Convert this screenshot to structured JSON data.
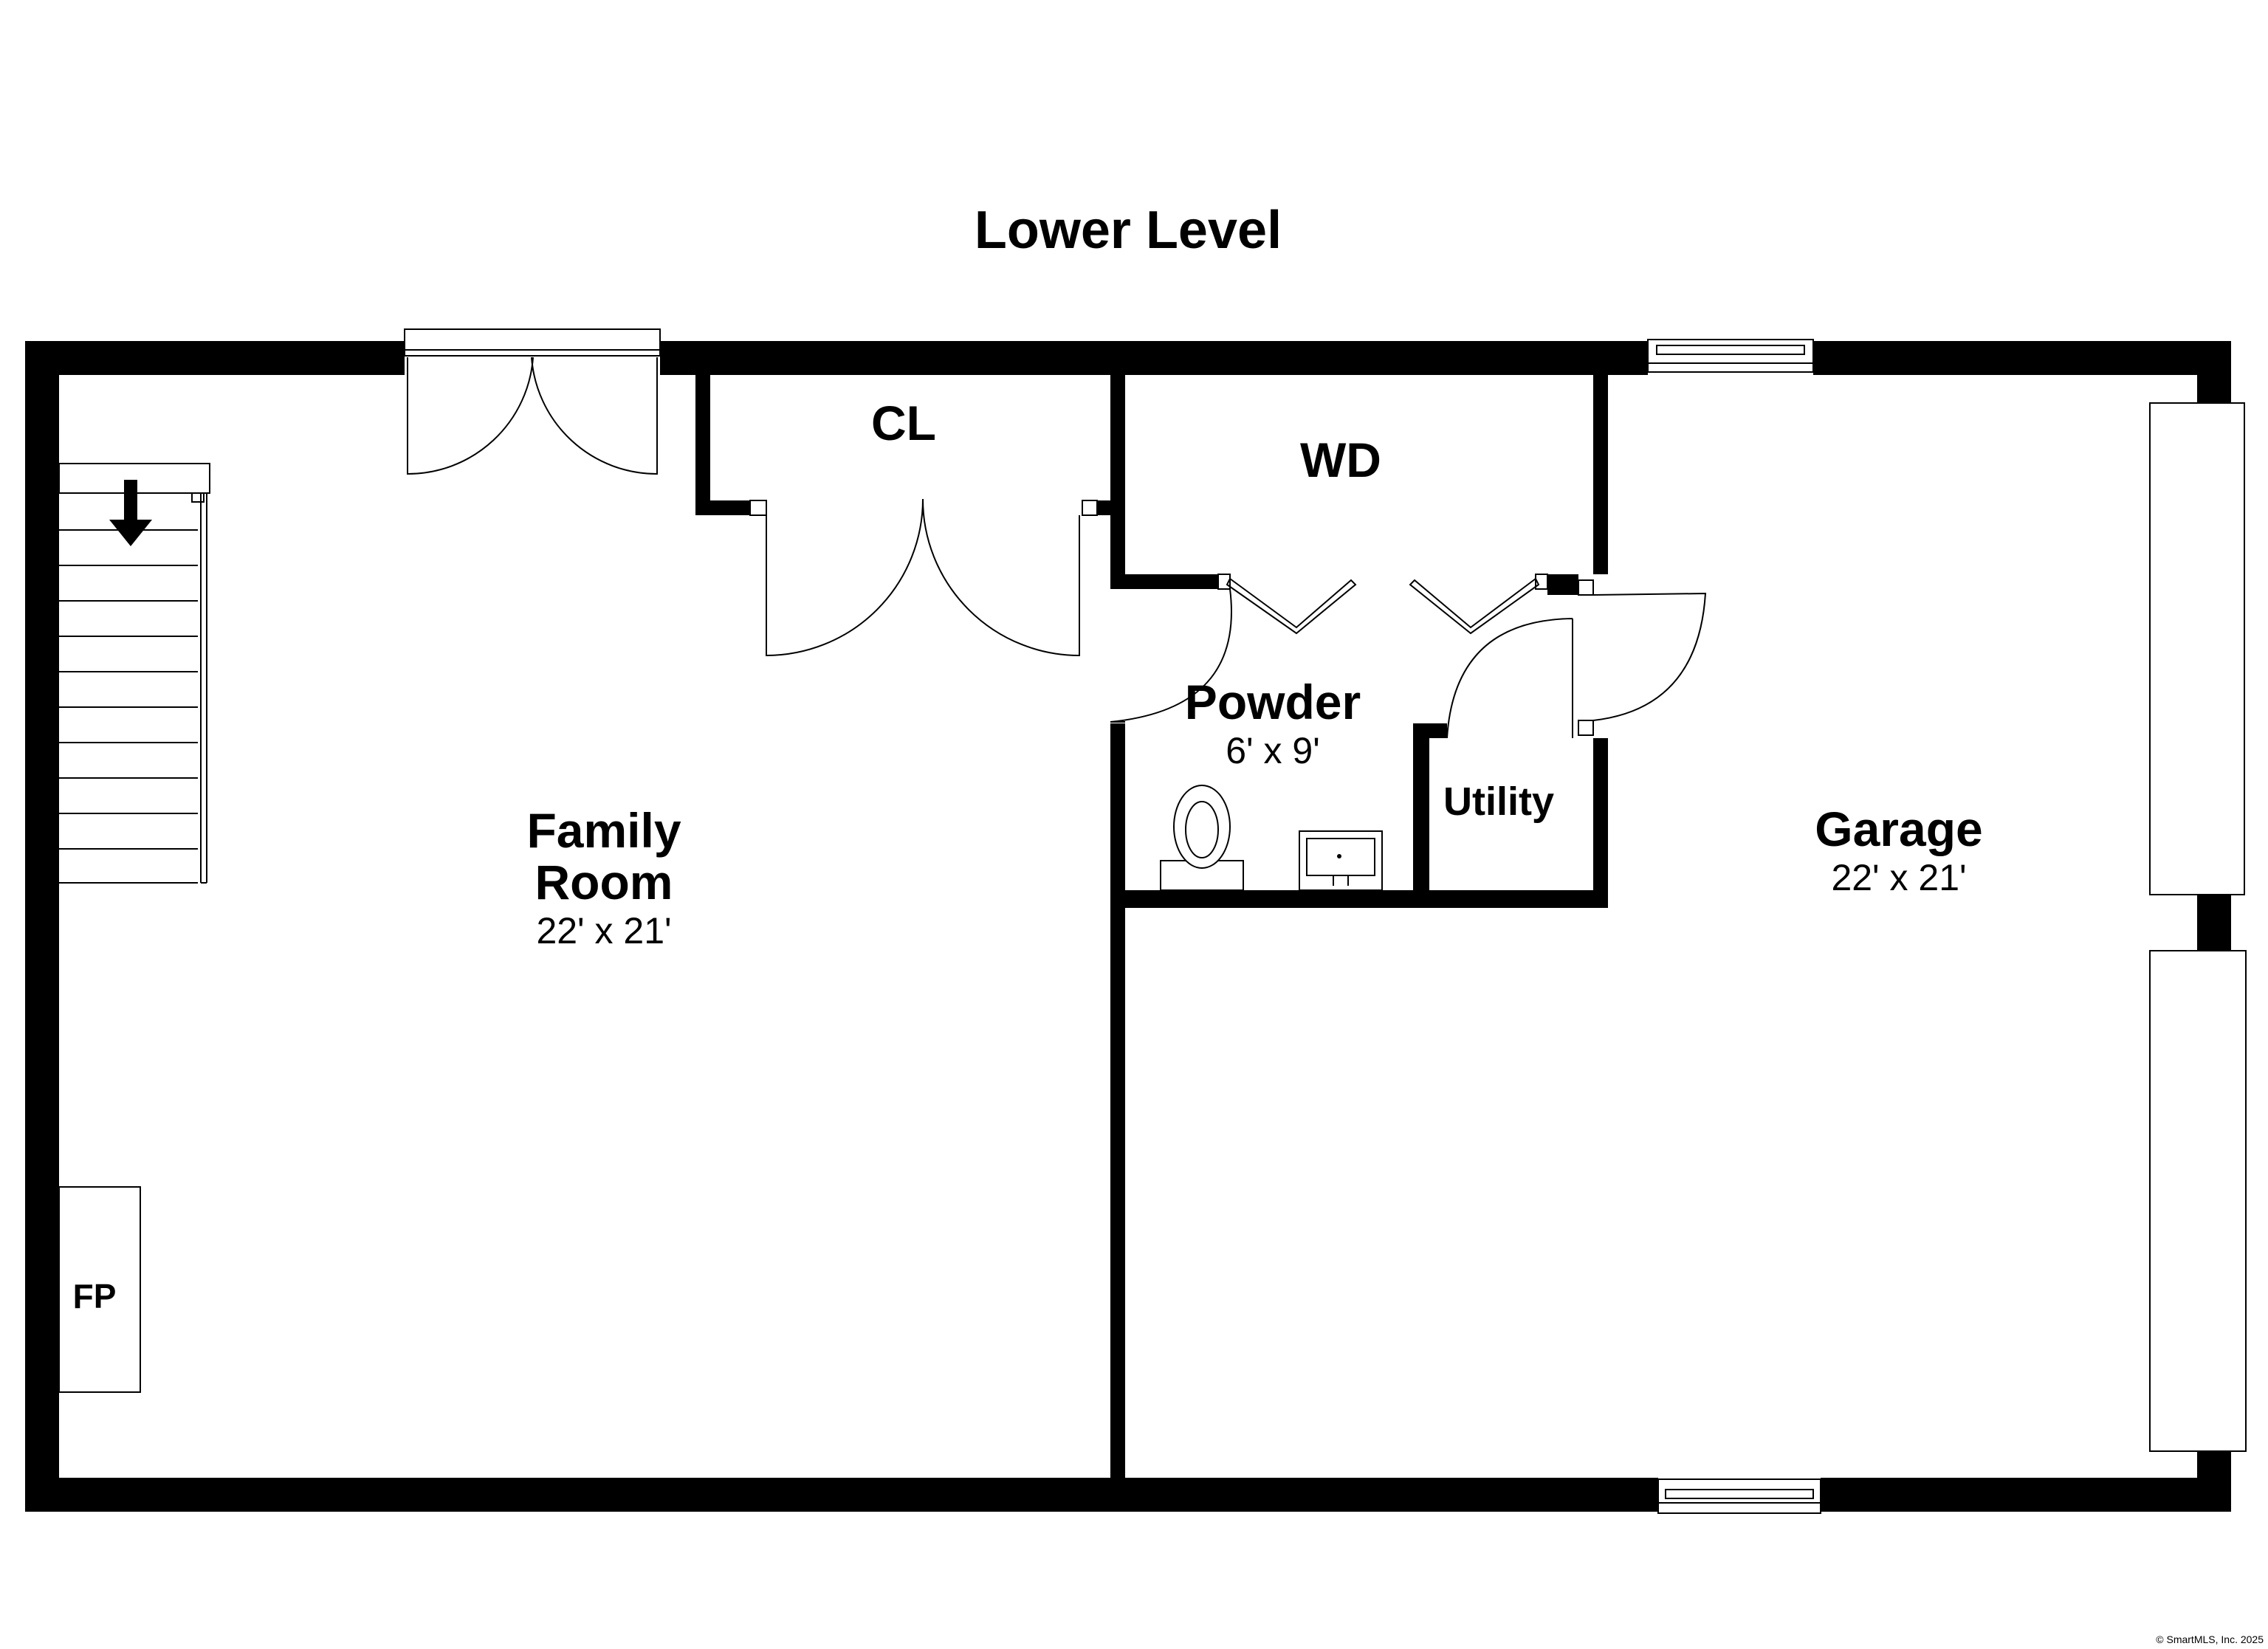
{
  "floor_title": "Lower Level",
  "rooms": {
    "family_room": {
      "name_line1": "Family",
      "name_line2": "Room",
      "dims": "22' x 21'"
    },
    "closet": {
      "name": "CL"
    },
    "laundry": {
      "name": "WD"
    },
    "powder": {
      "name": "Powder",
      "dims": "6' x 9'"
    },
    "utility": {
      "name": "Utility"
    },
    "garage": {
      "name": "Garage",
      "dims": "22' x 21'"
    }
  },
  "fixtures": {
    "fireplace": "FP"
  },
  "copyright": "© SmartMLS, Inc. 2025"
}
